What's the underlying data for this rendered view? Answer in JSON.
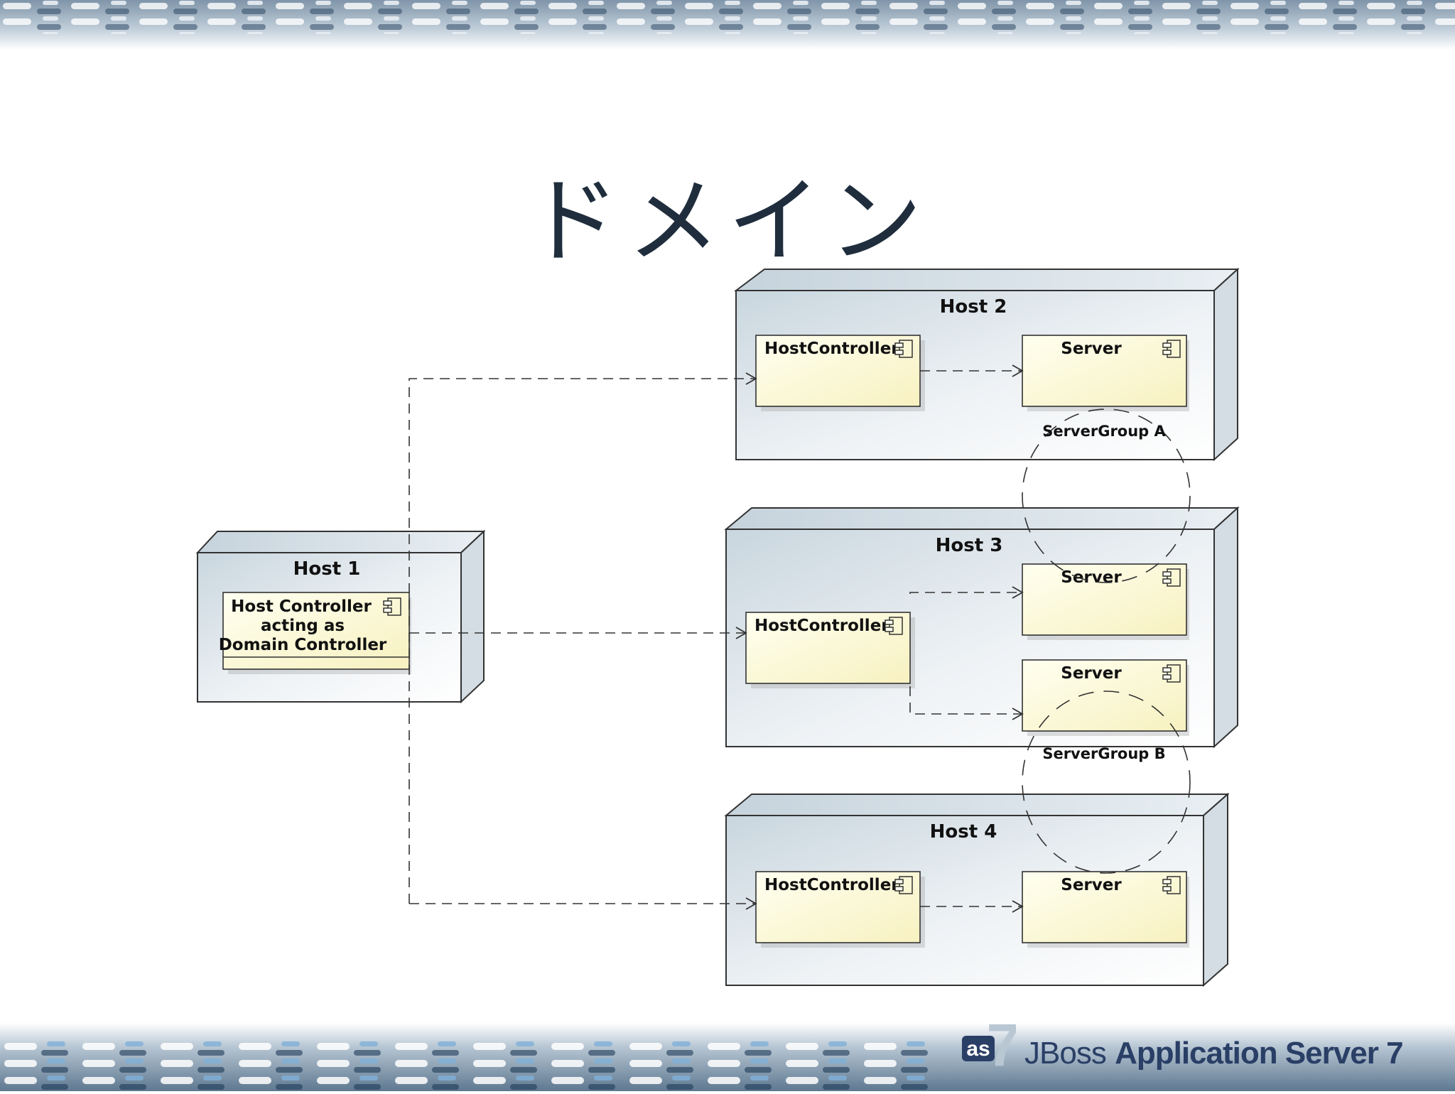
{
  "slide": {
    "title": "ドメイン"
  },
  "diagram": {
    "hosts": {
      "host1": {
        "label": "Host 1",
        "controller": [
          "Host Controller",
          "acting as",
          "Domain Controller"
        ]
      },
      "host2": {
        "label": "Host 2",
        "controller": "HostController",
        "servers": [
          "Server"
        ]
      },
      "host3": {
        "label": "Host 3",
        "controller": "HostController",
        "servers": [
          "Server",
          "Server"
        ]
      },
      "host4": {
        "label": "Host 4",
        "controller": "HostController",
        "servers": [
          "Server"
        ]
      }
    },
    "server_groups": [
      "ServerGroup A",
      "ServerGroup B"
    ]
  },
  "footer": {
    "logo_mark": "as",
    "logo_mark_number": "7",
    "brand_light": "JBoss",
    "brand_bold": "Application Server 7"
  },
  "colors": {
    "title": "#1f2d3d",
    "node_fill_light": "#f4f7f9",
    "node_fill_dark": "#c9d6de",
    "component_fill": "#fdfbd9",
    "logo": "#2a3f66"
  }
}
